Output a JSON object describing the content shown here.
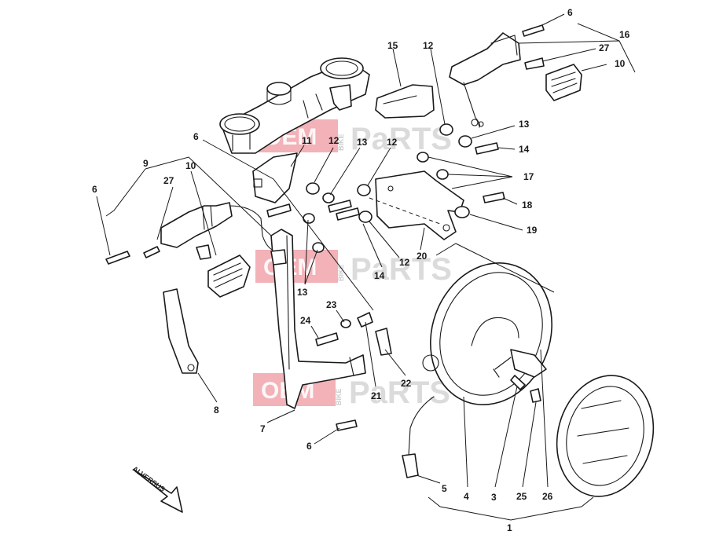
{
  "callouts": {
    "c6a": "6",
    "c16": "16",
    "c27a": "27",
    "c10a": "10",
    "c15": "15",
    "c12a": "12",
    "c13a": "13",
    "c14a": "14",
    "c17": "17",
    "c18": "18",
    "c19": "19",
    "c20": "20",
    "c12b": "12",
    "c14b": "14",
    "c6b": "6",
    "c11": "11",
    "c12c": "12",
    "c13b": "13",
    "c12d": "12",
    "c9": "9",
    "c10b": "10",
    "c27b": "27",
    "c6c": "6",
    "c13c": "13",
    "c23": "23",
    "c24": "24",
    "c21": "21",
    "c22": "22",
    "c8": "8",
    "c7": "7",
    "c6d": "6",
    "c5": "5",
    "c4": "4",
    "c3": "3",
    "c25": "25",
    "c26": "26",
    "c1": "1"
  },
  "watermark": {
    "oem": "OEM",
    "parts": "PaRTS",
    "bike": "BIKE"
  },
  "direction_label": "ALVERSUS"
}
